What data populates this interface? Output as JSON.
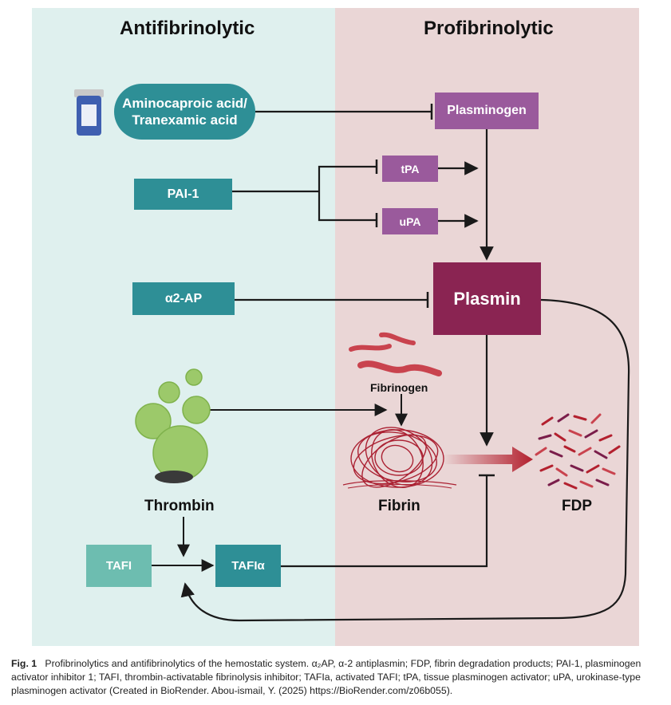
{
  "headings": {
    "left": "Antifibrinolytic",
    "right": "Profibrinolytic"
  },
  "nodes": {
    "aminocaproic": "Aminocaproic acid/\nTranexamic acid",
    "plasminogen": "Plasminogen",
    "pai1": "PAI-1",
    "tpa": "tPA",
    "upa": "uPA",
    "a2ap": "α2-AP",
    "plasmin": "Plasmin",
    "fibrinogen": "Fibrinogen",
    "thrombin": "Thrombin",
    "fibrin": "Fibrin",
    "fdp": "FDP",
    "tafi": "TAFI",
    "tafia": "TAFIα"
  },
  "caption": {
    "label": "Fig. 1",
    "text": "Profibrinolytics and antifibrinolytics of the hemostatic system. α₂AP, α-2 antiplasmin; FDP, fibrin degradation products; PAI-1, plasminogen activator inhibitor 1; TAFI, thrombin-activatable fibrinolysis inhibitor; TAFIa, activated TAFI; tPA, tissue plasminogen activator; uPA, urokinase-type plasminogen activator (Created in BioRender. Abou-ismail, Y. (2025) https://BioRender.com/z06b055)."
  },
  "colors": {
    "left_panel": "#dff0ee",
    "right_panel": "#ead6d6",
    "teal": "#2e8f96",
    "teal_light": "#6dbdb0",
    "purple": "#9a5a9c",
    "plum": "#8a2452",
    "fibrin_red": "#b3202e",
    "thrombin_green": "#9cc96a"
  }
}
